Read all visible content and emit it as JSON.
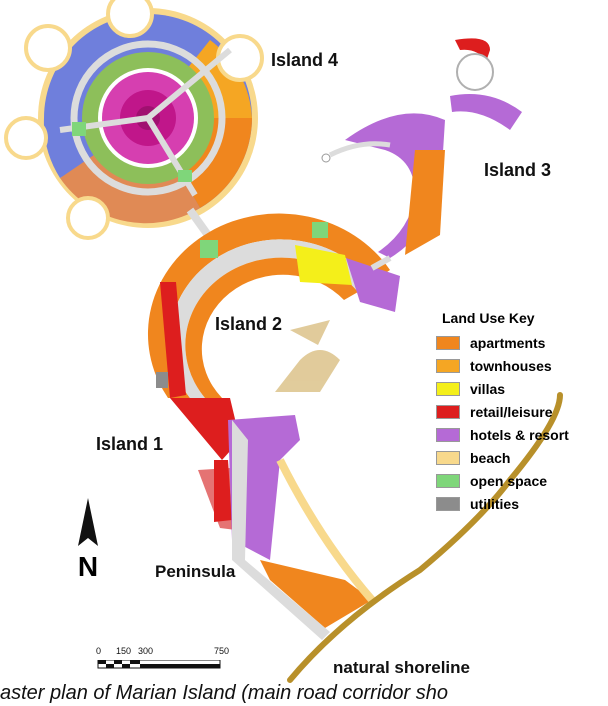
{
  "labels": {
    "island4": "Island 4",
    "island3": "Island 3",
    "island2": "Island 2",
    "island1": "Island 1",
    "peninsula": "Peninsula",
    "shoreline": "natural shoreline",
    "north": "N"
  },
  "legend": {
    "title": "Land Use Key",
    "items": [
      {
        "label": "apartments",
        "color": "#f0861e"
      },
      {
        "label": "townhouses",
        "color": "#f5a623"
      },
      {
        "label": "villas",
        "color": "#f4ef1a"
      },
      {
        "label": "retail/leisure",
        "color": "#dd1e1e"
      },
      {
        "label": "hotels & resort",
        "color": "#b56ad6"
      },
      {
        "label": "beach",
        "color": "#f8d98c"
      },
      {
        "label": "open space",
        "color": "#7fd67a"
      },
      {
        "label": "utilities",
        "color": "#8c8c8c"
      }
    ]
  },
  "scale": {
    "ticks": [
      "0",
      "150",
      "300",
      "750"
    ]
  },
  "caption": "aster plan of Marian Island (main road corridor sho",
  "colors": {
    "apartments": "#f0861e",
    "townhouses": "#f5a623",
    "villas": "#f4ef1a",
    "retail": "#dd1e1e",
    "hotels": "#b56ad6",
    "beach": "#f8d98c",
    "open_space": "#7fd67a",
    "utilities": "#8c8c8c",
    "blue": "#6f7fdc",
    "green": "#8dbf5a",
    "magenta": "#d63fb0",
    "road": "#dcdcdc",
    "shore": "#b8902a"
  }
}
